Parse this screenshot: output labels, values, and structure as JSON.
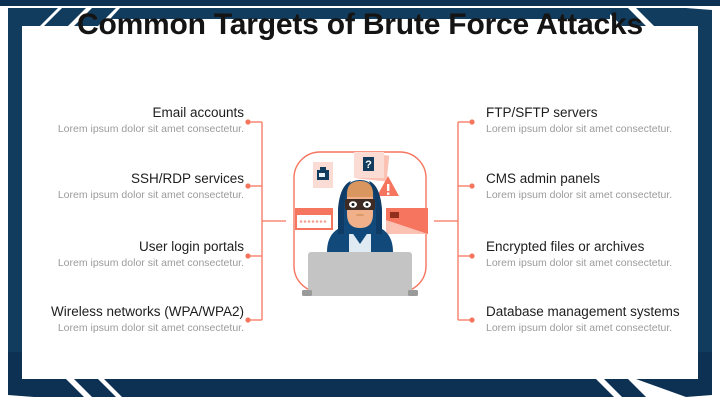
{
  "slide": {
    "title": "Common Targets of Brute Force Attacks",
    "accent_color": "#f6755e",
    "frame_color": "#123c5e",
    "frame_color_dark": "#0d3152",
    "heading_color": "#1d1d1d",
    "sub_color": "#9b9b9b"
  },
  "left_items": [
    {
      "head": "Email accounts",
      "sub": "Lorem ipsum dolor sit amet consectetur."
    },
    {
      "head": "SSH/RDP services",
      "sub": "Lorem ipsum dolor sit amet consectetur."
    },
    {
      "head": "User login portals",
      "sub": "Lorem ipsum dolor sit amet consectetur."
    },
    {
      "head": "Wireless networks (WPA/WPA2)",
      "sub": "Lorem ipsum dolor sit amet consectetur."
    }
  ],
  "right_items": [
    {
      "head": "FTP/SFTP servers",
      "sub": "Lorem ipsum dolor sit amet consectetur."
    },
    {
      "head": "CMS admin panels",
      "sub": "Lorem ipsum dolor sit amet consectetur."
    },
    {
      "head": "Encrypted files or archives",
      "sub": "Lorem ipsum dolor sit amet consectetur."
    },
    {
      "head": "Database management systems",
      "sub": "Lorem ipsum dolor sit amet consectetur."
    }
  ],
  "illustration": {
    "name": "hacker-at-laptop-illustration",
    "hoodie_color": "#11497a",
    "hoodie_shadow": "#0e3c66",
    "skin_color": "#f0b089",
    "mask_color": "#3d2b24",
    "laptop_color": "#c4c4c4",
    "card_color": "#f6755e",
    "card_light": "#fbc2b4",
    "badge_question": "?",
    "badge_warning": "!"
  }
}
